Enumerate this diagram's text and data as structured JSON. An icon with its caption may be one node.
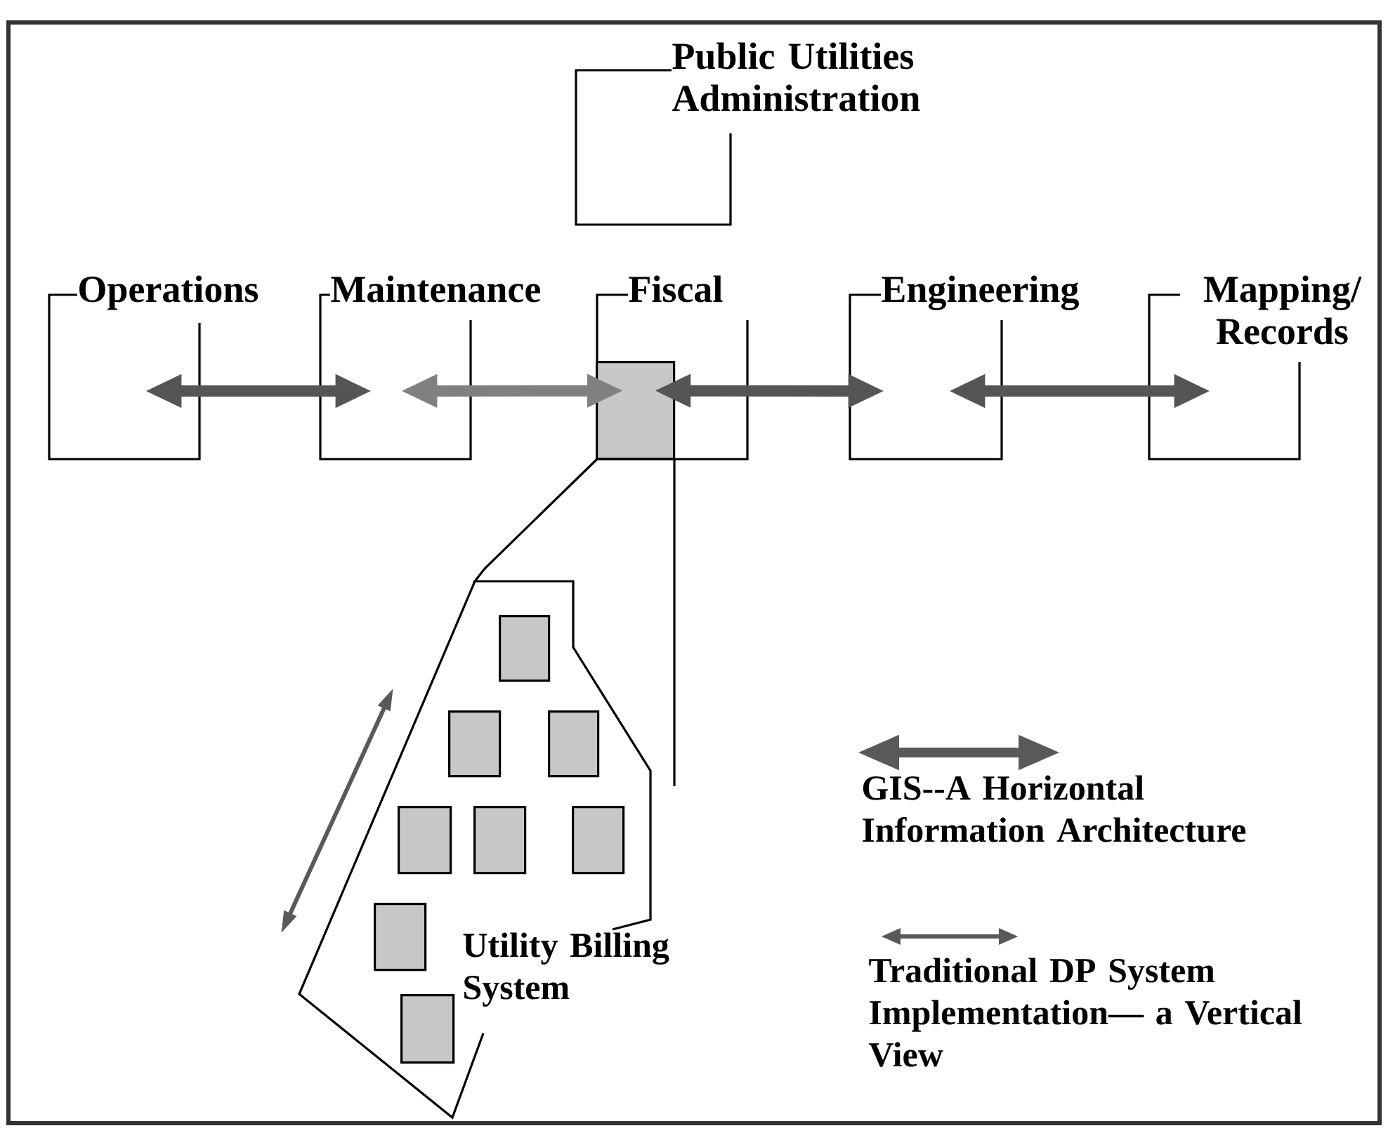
{
  "diagram": {
    "nodes": [
      {
        "text": [
          "Public Utilities Administration"
        ]
      },
      {
        "text": [
          "Operations"
        ]
      },
      {
        "text": [
          "Maintenance"
        ]
      },
      {
        "text": [
          "Fiscal"
        ]
      },
      {
        "text": [
          "Engineering"
        ]
      },
      {
        "text": [
          "Mapping/ Records"
        ]
      },
      {
        "text": [],
        "shape": "box",
        "in": 3
      },
      {
        "text": [
          "Utility Billing System"
        ]
      },
      {
        "text": [],
        "shape": "box",
        "in": 7
      },
      {
        "text": [],
        "shape": "box",
        "in": 7
      },
      {
        "text": [],
        "shape": "box",
        "in": 7
      },
      {
        "text": [],
        "shape": "box",
        "in": 7
      },
      {
        "text": [],
        "shape": "box",
        "in": 7
      },
      {
        "text": [],
        "shape": "box",
        "in": 7
      },
      {
        "text": [],
        "shape": "box",
        "in": 7
      },
      {
        "text": [],
        "shape": "box",
        "in": 7
      }
    ],
    "edges": [
      {
        "from": 1,
        "to": 2,
        "arrow": "both"
      },
      {
        "from": 2,
        "to": 6,
        "arrow": "both",
        "color": "#808080"
      },
      {
        "from": 6,
        "to": 4,
        "arrow": "both"
      },
      {
        "from": 4,
        "to": 5,
        "arrow": "both"
      }
    ],
    "legend": [
      {
        "text": "GIS--A Horizontal Information Architecture"
      },
      {
        "text": "Traditional DP System Implementation— a Vertical View"
      }
    ]
  }
}
